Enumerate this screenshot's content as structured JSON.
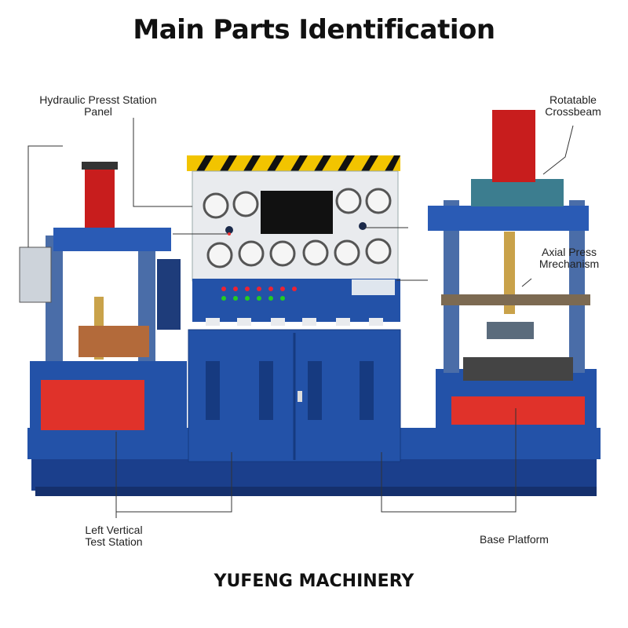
{
  "title": "Main Parts Identification",
  "footer": "YUFENG MACHINERY",
  "labels": {
    "hydraulic_panel": [
      "Hydraulic Presst Station",
      "Panel"
    ],
    "rotatable_crossbeam": [
      "Rotatable",
      "Crossbeam"
    ],
    "axial_press": [
      "Axial Press",
      "Mrechanism"
    ],
    "left_vertical": [
      "Left Vertical",
      "Test Station"
    ],
    "base_platform": "Base Platform"
  },
  "colors": {
    "frame_blue": "#1f4fa8",
    "red_panel": "#e0322a",
    "cylinder_red": "#c81d1d",
    "hazard_yellow": "#f2c400",
    "panel_bg": "#e9ebee"
  }
}
